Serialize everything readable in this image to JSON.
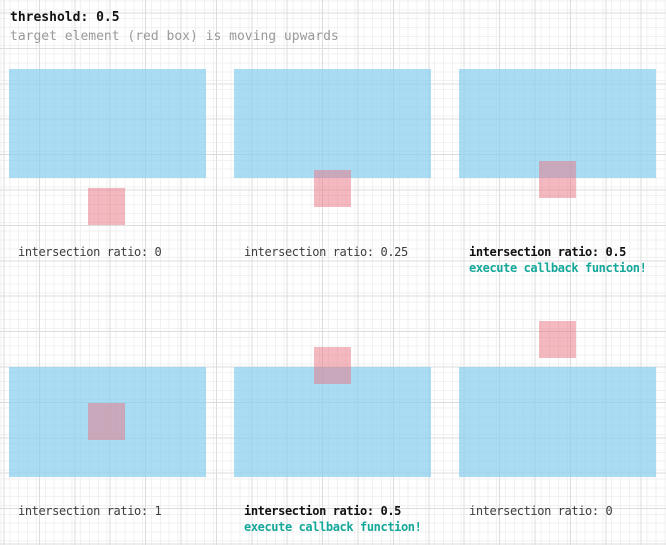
{
  "header": {
    "title": "threshold: 0.5",
    "subtitle": "target element (red box) is moving upwards"
  },
  "colors": {
    "viewport_fill": "rgba(137,207,240,0.72)",
    "target_fill": "rgba(233,116,130,0.5)",
    "callback_text": "#15a79a",
    "label_regular": "#3d3d3d",
    "label_emphasis": "#111111",
    "subtitle_text": "#9a9a9a",
    "grid_minor": "#f1f1f1",
    "grid_major": "#dcdcdc"
  },
  "panels": [
    {
      "id": "panel-1",
      "ratio": 0,
      "label": "intersection ratio: 0",
      "emphasized": false,
      "callback": null
    },
    {
      "id": "panel-2",
      "ratio": 0.25,
      "label": "intersection ratio: 0.25",
      "emphasized": false,
      "callback": null
    },
    {
      "id": "panel-3",
      "ratio": 0.5,
      "label": "intersection ratio: 0.5",
      "emphasized": true,
      "callback": "execute callback function!"
    },
    {
      "id": "panel-4",
      "ratio": 1,
      "label": "intersection ratio: 1",
      "emphasized": false,
      "callback": null
    },
    {
      "id": "panel-5",
      "ratio": 0.5,
      "label": "intersection ratio: 0.5",
      "emphasized": true,
      "callback": "execute callback function!"
    },
    {
      "id": "panel-6",
      "ratio": 0,
      "label": "intersection ratio: 0",
      "emphasized": false,
      "callback": null
    }
  ]
}
